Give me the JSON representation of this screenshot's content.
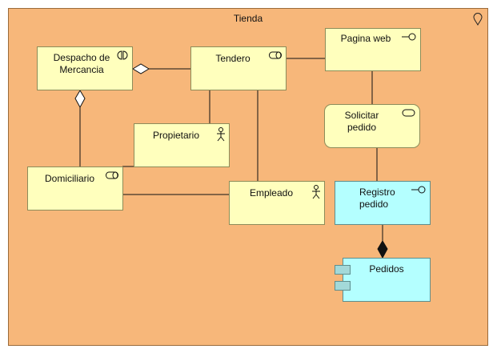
{
  "container": {
    "title": "Tienda",
    "icon": "location-icon",
    "color": "#f7b77a"
  },
  "nodes": {
    "despacho": {
      "label": "Despacho de Mercancia",
      "icon": "business-interaction-icon"
    },
    "tendero": {
      "label": "Tendero",
      "icon": "business-role-icon"
    },
    "pagina_web": {
      "label": "Pagina web",
      "icon": "business-interface-icon"
    },
    "solicitar_pedido": {
      "label": "Solicitar pedido",
      "icon": "business-service-icon"
    },
    "propietario": {
      "label": "Propietario",
      "icon": "business-actor-icon"
    },
    "domiciliario": {
      "label": "Domiciliario",
      "icon": "business-role-icon"
    },
    "empleado": {
      "label": "Empleado",
      "icon": "business-actor-icon"
    },
    "registro_pedido": {
      "label": "Registro pedido",
      "icon": "application-interface-icon"
    },
    "pedidos": {
      "label": "Pedidos",
      "icon": "application-component-icon"
    }
  },
  "colors": {
    "business": "#ffffbd",
    "application": "#b4ffff"
  }
}
